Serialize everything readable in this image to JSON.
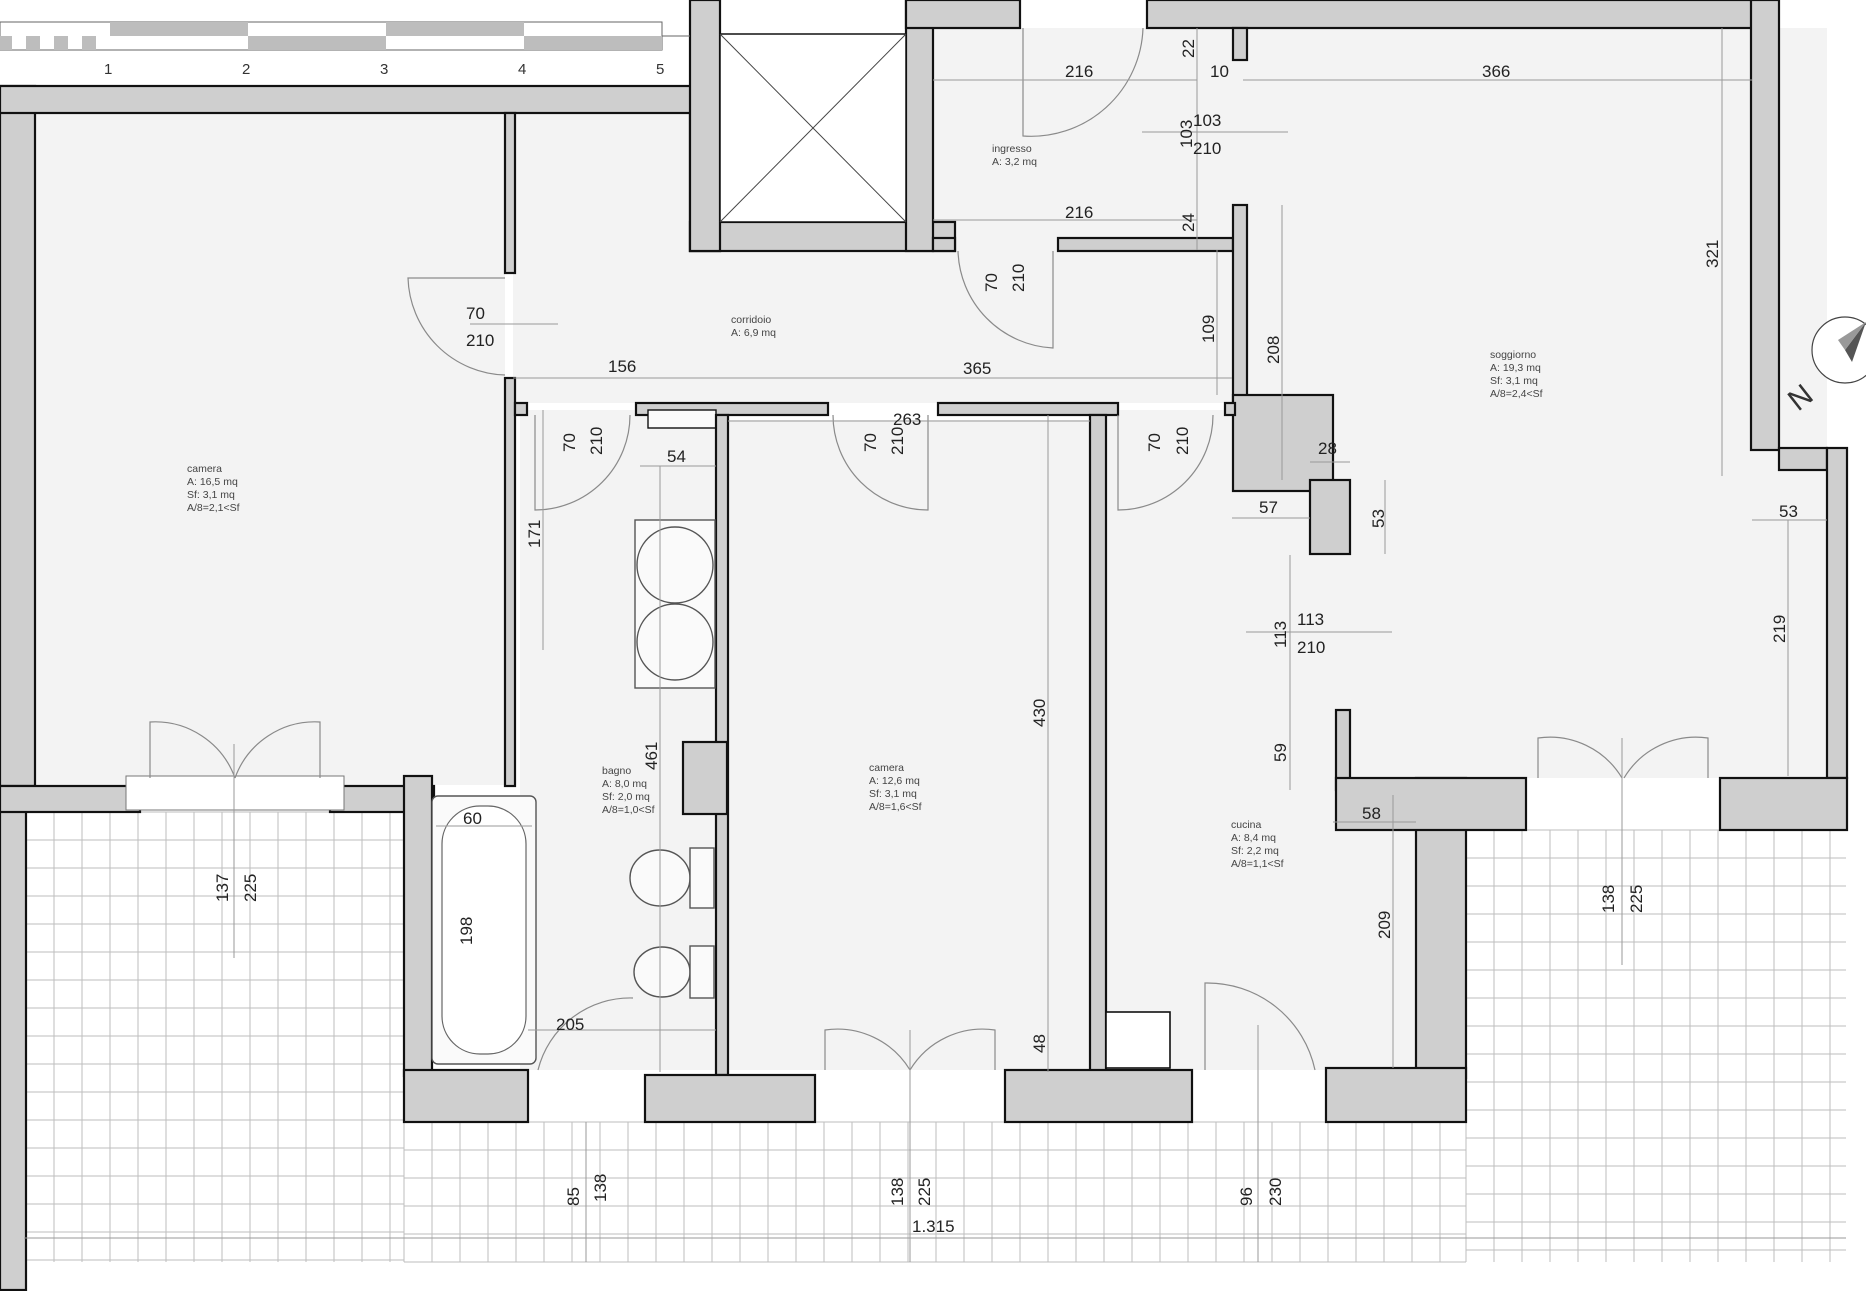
{
  "scale_bar": {
    "ticks": [
      "1",
      "2",
      "3",
      "4",
      "5"
    ]
  },
  "rooms": [
    {
      "id": "camera1",
      "name": "camera",
      "area": "A: 16,5 mq",
      "sf": "Sf: 3,1 mq",
      "ratio": "A/8=2,1<Sf"
    },
    {
      "id": "corridoio",
      "name": "corridoio",
      "area": "A: 6,9 mq",
      "sf": "",
      "ratio": ""
    },
    {
      "id": "ingresso",
      "name": "ingresso",
      "area": "A: 3,2 mq",
      "sf": "",
      "ratio": ""
    },
    {
      "id": "soggiorno",
      "name": "soggiorno",
      "area": "A: 19,3 mq",
      "sf": "Sf: 3,1 mq",
      "ratio": "A/8=2,4<Sf"
    },
    {
      "id": "bagno",
      "name": "bagno",
      "area": "A: 8,0 mq",
      "sf": "Sf: 2,0 mq",
      "ratio": "A/8=1,0<Sf"
    },
    {
      "id": "camera2",
      "name": "camera",
      "area": "A: 12,6 mq",
      "sf": "Sf: 3,1 mq",
      "ratio": "A/8=1,6<Sf"
    },
    {
      "id": "cucina",
      "name": "cucina",
      "area": "A: 8,4 mq",
      "sf": "Sf: 2,2 mq",
      "ratio": "A/8=1,1<Sf"
    }
  ],
  "dimensions": {
    "ing_width_top": "216",
    "ing_22": "22",
    "ing_10": "10",
    "sog_width_top": "366",
    "ing_door_w": "103",
    "ing_door_h": "210",
    "ing_door_w_v": "103",
    "ing_width_bottom": "216",
    "ing_24": "24",
    "sog_321": "321",
    "ing_bottom_door_w": "70",
    "ing_bottom_door_h": "210",
    "cam1_door_w": "70",
    "cam1_door_h": "210",
    "corr_109": "109",
    "corr_208": "208",
    "corr_156": "156",
    "corr_365": "365",
    "d_263": "263",
    "bagno_door_w": "70",
    "bagno_door_h": "210",
    "cam2_door_w": "70",
    "cam2_door_h": "210",
    "cuc_door_w": "70",
    "cuc_door_h": "210",
    "pillar_28": "28",
    "pillar_57": "57",
    "pillar_53": "53",
    "sog_53": "53",
    "bagno_54": "54",
    "bagno_171": "171",
    "cuc_open_w": "113",
    "cuc_open_h": "210",
    "cuc_open_w_v": "113",
    "sog_219": "219",
    "bagno_461": "461",
    "cam2_430": "430",
    "cuc_59": "59",
    "cuc_58": "58",
    "bath_60": "60",
    "bath_198": "198",
    "cuc_209": "209",
    "cam1_win_137": "137",
    "cam1_win_225": "225",
    "sog_win_138": "138",
    "sog_win_225": "225",
    "bagno_205": "205",
    "cam2_48": "48",
    "terr_85": "85",
    "terr_138": "138",
    "terr_cam2_138": "138",
    "terr_cam2_225": "225",
    "terr_96": "96",
    "terr_230": "230",
    "total_width": "1.315"
  },
  "compass": {
    "label": "N"
  }
}
